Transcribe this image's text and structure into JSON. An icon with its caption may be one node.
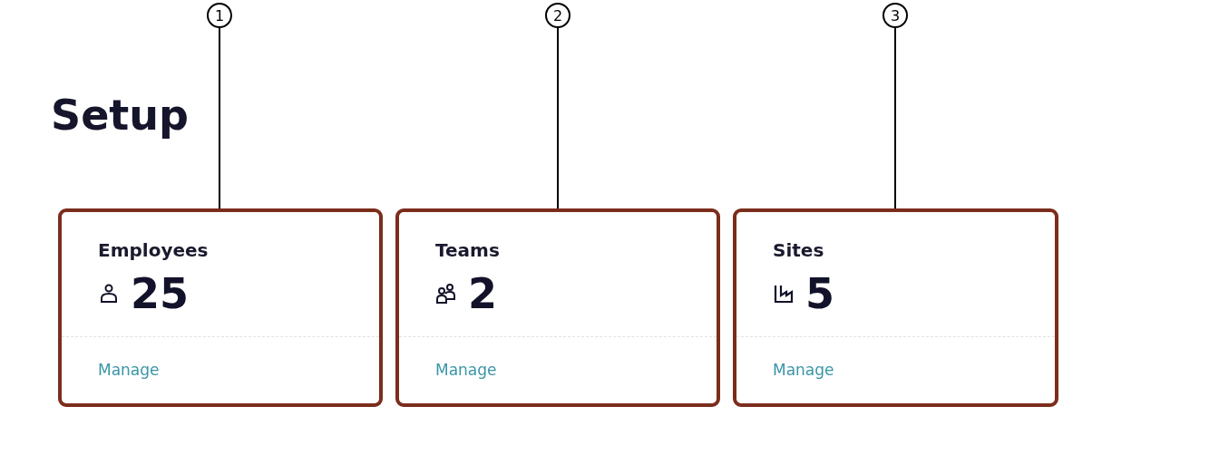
{
  "diagram": {
    "title": "Setup",
    "nodes": [
      {
        "text": [
          "1"
        ]
      },
      {
        "text": [
          "2"
        ]
      },
      {
        "text": [
          "3"
        ]
      },
      {
        "text": [
          "Employees",
          "25",
          "Manage"
        ]
      },
      {
        "text": [
          "Teams",
          "2",
          "Manage"
        ]
      },
      {
        "text": [
          "Sites",
          "5",
          "Manage"
        ]
      }
    ],
    "edges": [
      {
        "from": 0,
        "to": 3,
        "arrow": "none"
      },
      {
        "from": 1,
        "to": 4,
        "arrow": "none"
      },
      {
        "from": 2,
        "to": 5,
        "arrow": "none"
      }
    ]
  }
}
